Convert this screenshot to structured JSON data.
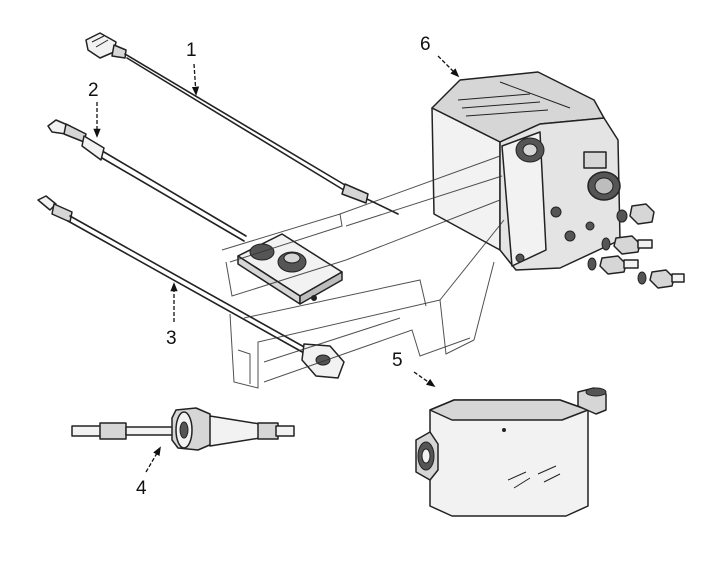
{
  "callouts": [
    {
      "id": "1",
      "text": "1"
    },
    {
      "id": "2",
      "text": "2"
    },
    {
      "id": "3",
      "text": "3"
    },
    {
      "id": "4",
      "text": "4"
    },
    {
      "id": "5",
      "text": "5"
    },
    {
      "id": "6",
      "text": "6"
    }
  ],
  "colors": {
    "line": "#222222",
    "fill_light": "#f2f2f2",
    "fill_mid": "#d6d6d6",
    "fill_dark": "#555555",
    "background": "#ffffff"
  }
}
